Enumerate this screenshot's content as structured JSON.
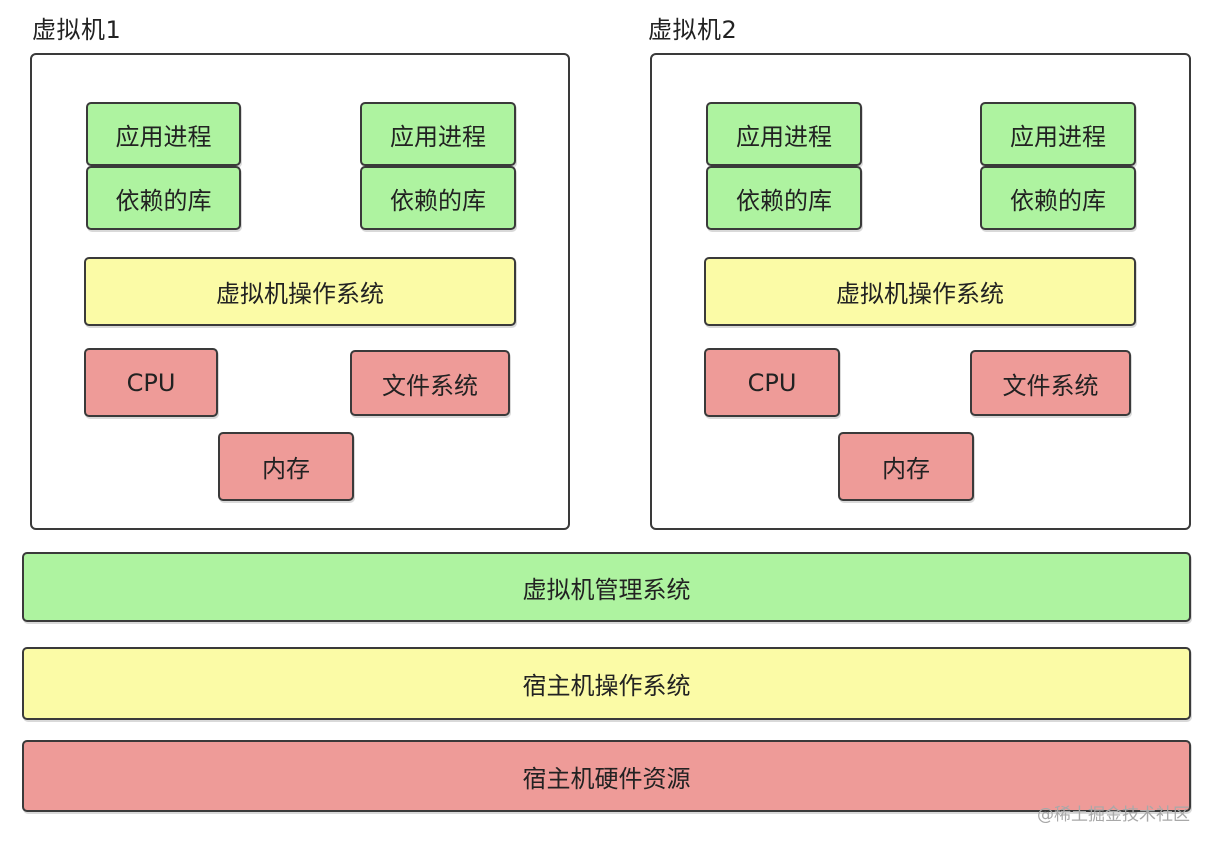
{
  "colors": {
    "green": "#aef3a0",
    "yellow": "#fbfba6",
    "red": "#ee9b98",
    "border": "#3a3a3a"
  },
  "vms": [
    {
      "title": "虚拟机1",
      "app_process_1": "应用进程",
      "lib_1": "依赖的库",
      "app_process_2": "应用进程",
      "lib_2": "依赖的库",
      "guest_os": "虚拟机操作系统",
      "cpu": "CPU",
      "filesystem": "文件系统",
      "memory": "内存"
    },
    {
      "title": "虚拟机2",
      "app_process_1": "应用进程",
      "lib_1": "依赖的库",
      "app_process_2": "应用进程",
      "lib_2": "依赖的库",
      "guest_os": "虚拟机操作系统",
      "cpu": "CPU",
      "filesystem": "文件系统",
      "memory": "内存"
    }
  ],
  "hypervisor": "虚拟机管理系统",
  "host_os": "宿主机操作系统",
  "host_hardware": "宿主机硬件资源",
  "watermark": "@稀土掘金技术社区"
}
